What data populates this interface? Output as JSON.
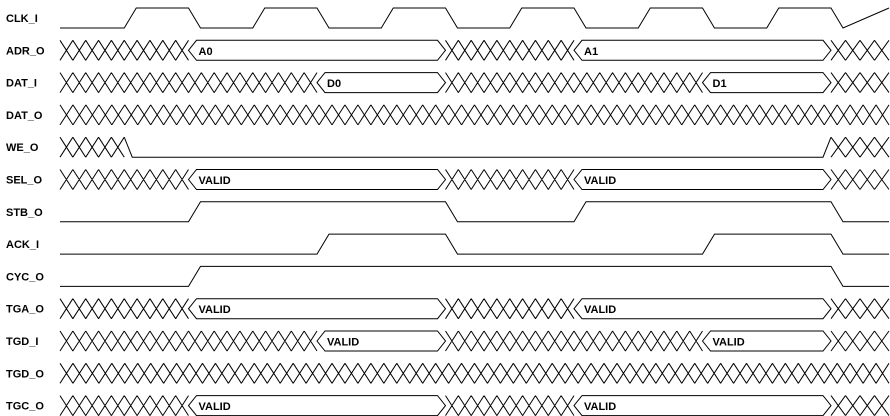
{
  "diagram": {
    "type": "timing",
    "transitions": [
      0,
      1,
      2,
      3,
      4,
      5,
      6
    ],
    "signals": [
      {
        "name": "CLK_I",
        "kind": "clock"
      },
      {
        "name": "ADR_O",
        "kind": "bus",
        "segments": [
          {
            "start": 0,
            "end": 1,
            "state": "x"
          },
          {
            "start": 1,
            "end": 3,
            "state": "valid",
            "label": "A0"
          },
          {
            "start": 3,
            "end": 4,
            "state": "x"
          },
          {
            "start": 4,
            "end": 6,
            "state": "valid",
            "label": "A1"
          },
          {
            "start": 6,
            "end": 6.9,
            "state": "x"
          }
        ]
      },
      {
        "name": "DAT_I",
        "kind": "bus",
        "segments": [
          {
            "start": 0,
            "end": 2,
            "state": "x"
          },
          {
            "start": 2,
            "end": 3,
            "state": "valid",
            "label": "D0"
          },
          {
            "start": 3,
            "end": 5,
            "state": "x"
          },
          {
            "start": 5,
            "end": 6,
            "state": "valid",
            "label": "D1"
          },
          {
            "start": 6,
            "end": 6.9,
            "state": "x"
          }
        ]
      },
      {
        "name": "DAT_O",
        "kind": "bus",
        "segments": [
          {
            "start": 0,
            "end": 6.9,
            "state": "x"
          }
        ]
      },
      {
        "name": "WE_O",
        "kind": "bus",
        "segments": [
          {
            "start": 0,
            "end": 0.5,
            "state": "x"
          },
          {
            "start": 0.5,
            "end": 6,
            "state": "low"
          },
          {
            "start": 6,
            "end": 6.9,
            "state": "x"
          }
        ]
      },
      {
        "name": "SEL_O",
        "kind": "bus",
        "segments": [
          {
            "start": 0,
            "end": 1,
            "state": "x"
          },
          {
            "start": 1,
            "end": 3,
            "state": "valid",
            "label": "VALID"
          },
          {
            "start": 3,
            "end": 4,
            "state": "x"
          },
          {
            "start": 4,
            "end": 6,
            "state": "valid",
            "label": "VALID"
          },
          {
            "start": 6,
            "end": 6.9,
            "state": "x"
          }
        ]
      },
      {
        "name": "STB_O",
        "kind": "logic",
        "levels": [
          0,
          1,
          1,
          0,
          1,
          1,
          0
        ]
      },
      {
        "name": "ACK_I",
        "kind": "logic",
        "levels": [
          0,
          0,
          1,
          0,
          0,
          1,
          0
        ]
      },
      {
        "name": "CYC_O",
        "kind": "logic",
        "levels": [
          0,
          1,
          1,
          1,
          1,
          1,
          0
        ]
      },
      {
        "name": "TGA_O",
        "kind": "bus",
        "segments": [
          {
            "start": 0,
            "end": 1,
            "state": "x"
          },
          {
            "start": 1,
            "end": 3,
            "state": "valid",
            "label": "VALID"
          },
          {
            "start": 3,
            "end": 4,
            "state": "x"
          },
          {
            "start": 4,
            "end": 6,
            "state": "valid",
            "label": "VALID"
          },
          {
            "start": 6,
            "end": 6.9,
            "state": "x"
          }
        ]
      },
      {
        "name": "TGD_I",
        "kind": "bus",
        "segments": [
          {
            "start": 0,
            "end": 2,
            "state": "x"
          },
          {
            "start": 2,
            "end": 3,
            "state": "valid",
            "label": "VALID"
          },
          {
            "start": 3,
            "end": 5,
            "state": "x"
          },
          {
            "start": 5,
            "end": 6,
            "state": "valid",
            "label": "VALID"
          },
          {
            "start": 6,
            "end": 6.9,
            "state": "x"
          }
        ]
      },
      {
        "name": "TGD_O",
        "kind": "bus",
        "segments": [
          {
            "start": 0,
            "end": 6.9,
            "state": "x"
          }
        ]
      },
      {
        "name": "TGC_O",
        "kind": "bus",
        "segments": [
          {
            "start": 0,
            "end": 1,
            "state": "x"
          },
          {
            "start": 1,
            "end": 3,
            "state": "valid",
            "label": "VALID"
          },
          {
            "start": 3,
            "end": 4,
            "state": "x"
          },
          {
            "start": 4,
            "end": 6,
            "state": "valid",
            "label": "VALID"
          },
          {
            "start": 6,
            "end": 6.9,
            "state": "x"
          }
        ]
      }
    ]
  }
}
